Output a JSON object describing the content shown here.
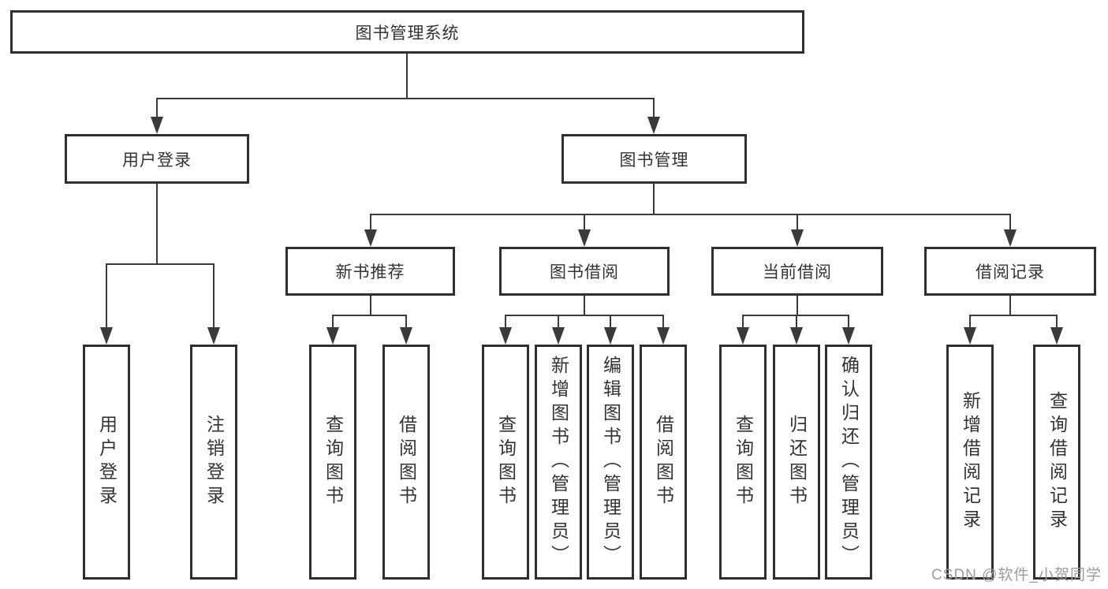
{
  "watermark": "CSDN @软件_小贺同学",
  "colors": {
    "line": "#3a3a3a",
    "box_border": "#2f2f2f",
    "text": "#333333",
    "watermark": "#9c9c9c",
    "background": "#ffffff"
  },
  "tree": {
    "root": {
      "label": "图书管理系统"
    },
    "children": [
      {
        "label": "用户登录",
        "children": [
          {
            "label": "用户登录"
          },
          {
            "label": "注销登录"
          }
        ]
      },
      {
        "label": "图书管理",
        "children": [
          {
            "label": "新书推荐",
            "children": [
              {
                "label": "查询图书"
              },
              {
                "label": "借阅图书"
              }
            ]
          },
          {
            "label": "图书借阅",
            "children": [
              {
                "label": "查询图书"
              },
              {
                "label": "新增图书（管理员）"
              },
              {
                "label": "编辑图书（管理员）"
              },
              {
                "label": "借阅图书"
              }
            ]
          },
          {
            "label": "当前借阅",
            "children": [
              {
                "label": "查询图书"
              },
              {
                "label": "归还图书"
              },
              {
                "label": "确认归还（管理员）"
              }
            ]
          },
          {
            "label": "借阅记录",
            "children": [
              {
                "label": "新增借阅记录"
              },
              {
                "label": "查询借阅记录"
              }
            ]
          }
        ]
      }
    ]
  }
}
